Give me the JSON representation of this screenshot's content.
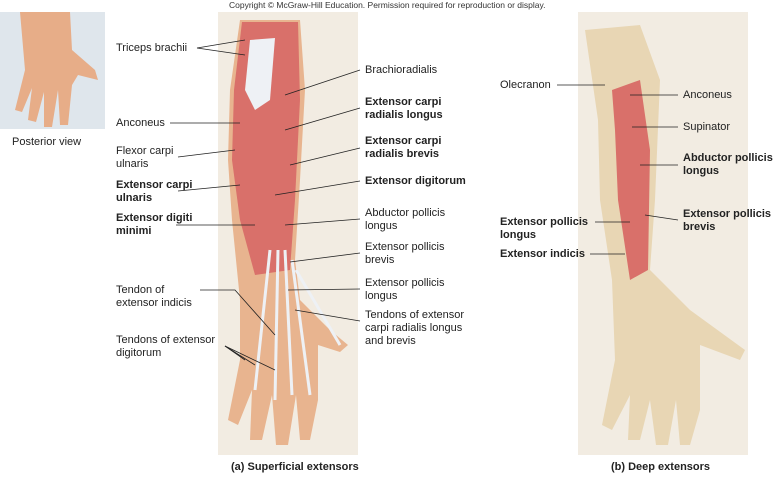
{
  "copyright": "Copyright © McGraw-Hill Education. Permission required for reproduction or display.",
  "thumbnail": {
    "caption": "Posterior view"
  },
  "panel_a": {
    "caption": "(a) Superficial extensors",
    "left_labels": [
      "Triceps brachii",
      "Anconeus",
      "Flexor carpi\nulnaris",
      "Extensor carpi\nulnaris",
      "Extensor digiti\nminimi",
      "Tendon of\nextensor indicis",
      "Tendons of extensor\ndigitorum"
    ],
    "right_labels": [
      "Brachioradialis",
      "Extensor carpi\nradialis longus",
      "Extensor carpi\nradialis brevis",
      "Extensor digitorum",
      "Abductor pollicis\nlongus",
      "Extensor pollicis\nbrevis",
      "Extensor pollicis\nlongus",
      "Tendons of extensor\ncarpi radialis longus\nand brevis"
    ]
  },
  "panel_b": {
    "caption": "(b) Deep extensors",
    "left_labels": [
      "Olecranon",
      "Extensor pollicis\nlongus",
      "Extensor indicis"
    ],
    "right_labels": [
      "Anconeus",
      "Supinator",
      "Abductor pollicis\nlongus",
      "Extensor pollicis\nbrevis"
    ]
  },
  "colors": {
    "panel_bg": "#f2ece2",
    "muscle": "#d9706a",
    "skin": "#e8b48f",
    "bone": "#e8d6b4",
    "tendon": "#e6ecf2"
  }
}
